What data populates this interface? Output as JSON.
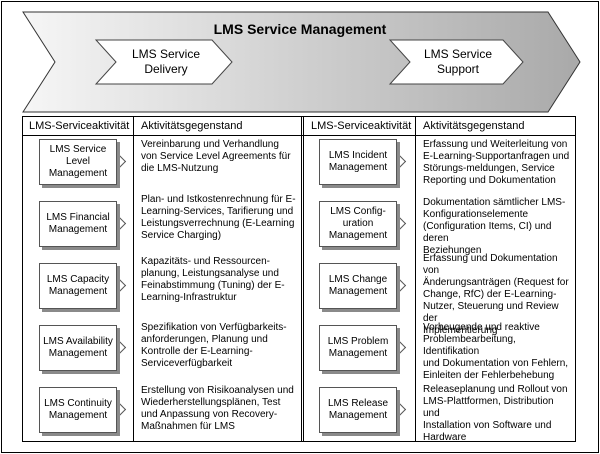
{
  "banner": {
    "title": "LMS Service Management",
    "delivery": {
      "line1": "LMS Service",
      "line2": "Delivery"
    },
    "support": {
      "line1": "LMS Service",
      "line2": "Support"
    }
  },
  "table": {
    "headers": {
      "left_activity": "LMS-Serviceaktivität",
      "left_subject": "Aktivitätsgegenstand",
      "right_activity": "LMS-Serviceaktivität",
      "right_subject": "Aktivitätsgegenstand"
    },
    "left_rows": [
      {
        "activity": [
          "LMS Service",
          "Level",
          "Management"
        ],
        "subject": [
          "Vereinbarung und Verhandlung",
          "von Service Level Agreements für",
          "die LMS-Nutzung"
        ]
      },
      {
        "activity": [
          "LMS Financial",
          "Management"
        ],
        "subject": [
          "Plan- und Istkostenrechnung für E-",
          "Learning-Services, Tarifierung und",
          "Leistungsverrechnung (E-Learning",
          "Service Charging)"
        ]
      },
      {
        "activity": [
          "LMS Capacity",
          "Management"
        ],
        "subject": [
          "Kapazitäts- und Ressourcen-",
          "planung, Leistungsanalyse und",
          "Feinabstimmung (Tuning) der E-",
          "Learning-Infrastruktur"
        ]
      },
      {
        "activity": [
          "LMS Availability",
          "Management"
        ],
        "subject": [
          "Spezifikation von Verfügbarkeits-",
          "anforderungen, Planung und",
          "Kontrolle der E-Learning-",
          "Serviceverfügbarkeit"
        ]
      },
      {
        "activity": [
          "LMS Continuity",
          "Management"
        ],
        "subject": [
          "Erstellung von Risikoanalysen und",
          "Wiederherstellungsplänen, Test",
          "und Anpassung von Recovery-",
          "Maßnahmen für LMS"
        ]
      }
    ],
    "right_rows": [
      {
        "activity": [
          "LMS Incident",
          "Management"
        ],
        "subject": [
          "Erfassung und Weiterleitung von",
          "E-Learning-Supportanfragen und",
          "Störungs-meldungen, Service",
          "Reporting und Dokumentation"
        ]
      },
      {
        "activity": [
          "LMS Config-",
          "uration",
          "Management"
        ],
        "subject": [
          "Dokumentation sämtlicher LMS-",
          "Konfigurationselemente",
          "(Configuration Items, CI) und deren",
          "Beziehungen"
        ]
      },
      {
        "activity": [
          "LMS Change",
          "Management"
        ],
        "subject": [
          "Erfassung und Dokumentation von",
          "Änderungsanträgen (Request for",
          "Change, RfC) der E-Learning-",
          "Nutzer, Steuerung und Review der",
          "Implementierung"
        ]
      },
      {
        "activity": [
          "LMS Problem",
          "Management"
        ],
        "subject": [
          "Vorbeugende und reaktive",
          "Problembearbeitung, Identifikation",
          "und Dokumentation von Fehlern,",
          "Einleiten der Fehlerbehebung"
        ]
      },
      {
        "activity": [
          "LMS Release",
          "Management"
        ],
        "subject": [
          "Releaseplanung und Rollout von",
          "LMS-Plattformen, Distribution und",
          "Installation von Software und",
          "Hardware"
        ]
      }
    ]
  }
}
